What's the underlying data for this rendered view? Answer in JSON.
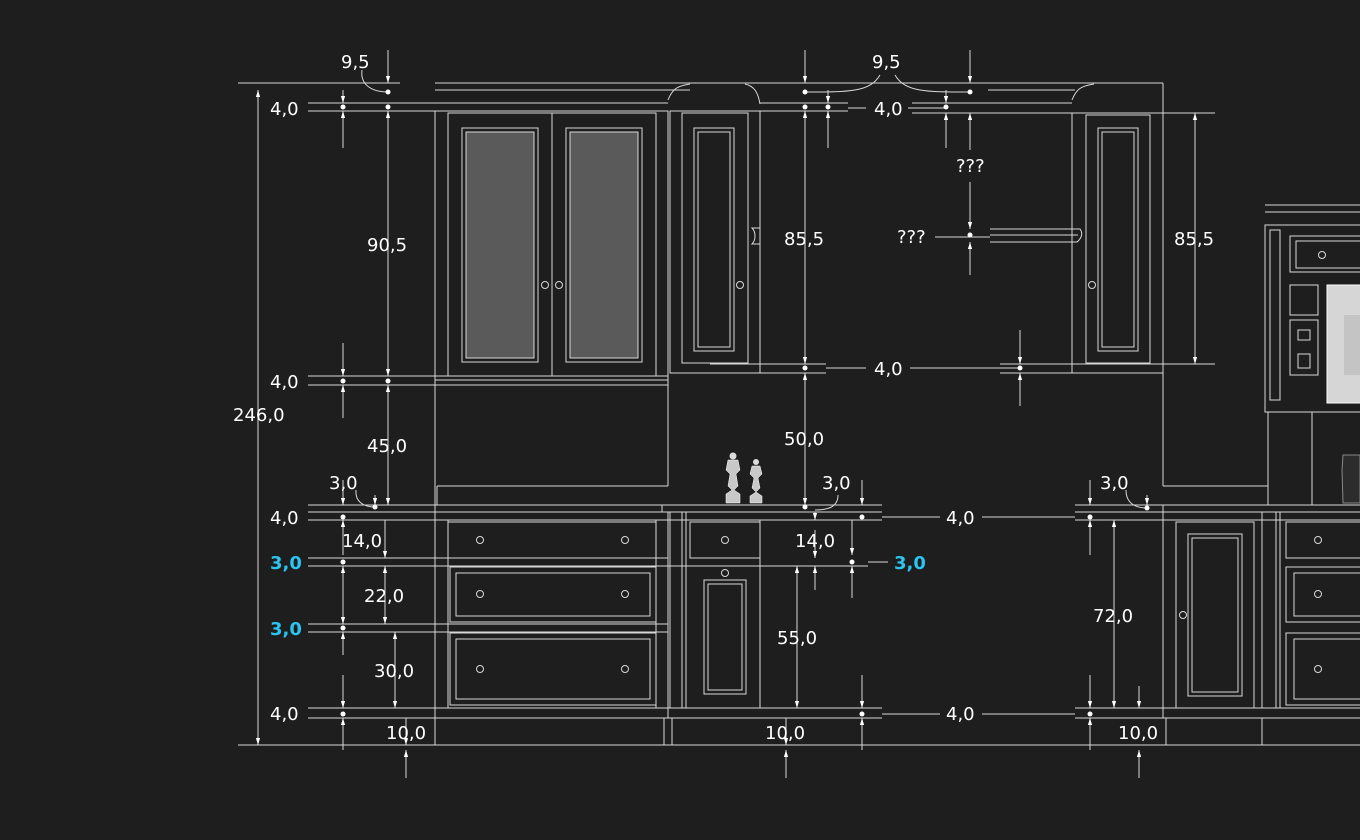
{
  "colors": {
    "background": "#1e1e1e",
    "line": "#d8d8d8",
    "dimension_text": "#ffffff",
    "highlight_text": "#2bc3f0",
    "glass": "#5a5a5a"
  },
  "dimensions": {
    "left_top_gap": "9,5",
    "mid_top_gap": "9,5",
    "top_band_left": "4,0",
    "top_band_mid": "4,0",
    "upper_glass_cabinet_height": "90,5",
    "upper_tall_cabinet_height": "85,5",
    "upper_right_cabinet_height": "85,5",
    "unknown_top": "???",
    "unknown_shelf": "???",
    "upper_bottom_band_left": "4,0",
    "upper_bottom_band_mid": "4,0",
    "total_height": "246,0",
    "backsplash_left": "45,0",
    "backsplash_mid": "50,0",
    "counter_gap_left": "3,0",
    "counter_gap_mid": "3,0",
    "counter_gap_right": "3,0",
    "counter_band_left": "4,0",
    "counter_band_mid": "4,0",
    "drawer1_height": "14,0",
    "drawer_mid_height": "14,0",
    "gap_highlight_1": "3,0",
    "gap_highlight_mid": "3,0",
    "drawer2_height": "22,0",
    "gap_highlight_2": "3,0",
    "drawer3_height": "30,0",
    "door_mid_height": "55,0",
    "base_right_height": "72,0",
    "plinth_band_left": "4,0",
    "plinth_band_mid": "4,0",
    "plinth_left": "10,0",
    "plinth_mid": "10,0",
    "plinth_right": "10,0"
  }
}
